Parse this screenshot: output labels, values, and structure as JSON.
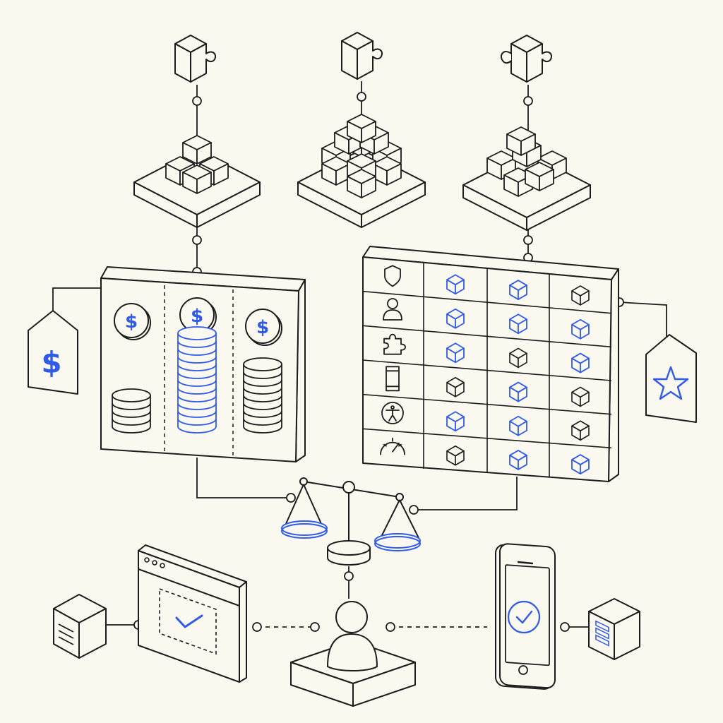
{
  "colors": {
    "background": "#fbf8f0",
    "stroke": "#1c1c1c",
    "accent": "#2f5be8",
    "paper": "#fbf8f0"
  },
  "price_tag": {
    "icon": "dollar-icon",
    "text": "$"
  },
  "quality_tag": {
    "icon": "star-icon"
  },
  "cost_panel": {
    "columns": [
      {
        "coin": "$",
        "stack_height": 4,
        "highlighted": false
      },
      {
        "coin": "$",
        "stack_height": 12,
        "highlighted": true
      },
      {
        "coin": "$",
        "stack_height": 8,
        "highlighted": false
      }
    ]
  },
  "feature_matrix": {
    "rows": [
      {
        "icon": "shield-icon",
        "cells": [
          "blue",
          "blue",
          "black"
        ]
      },
      {
        "icon": "user-icon",
        "cells": [
          "blue",
          "blue",
          "blue"
        ]
      },
      {
        "icon": "puzzle-icon",
        "cells": [
          "blue",
          "black",
          "blue"
        ]
      },
      {
        "icon": "mobile-icon",
        "cells": [
          "black",
          "blue",
          "black"
        ]
      },
      {
        "icon": "accessibility-icon",
        "cells": [
          "blue",
          "blue",
          "black"
        ]
      },
      {
        "icon": "gauge-icon",
        "cells": [
          "black",
          "blue",
          "blue"
        ]
      }
    ]
  },
  "platforms": [
    {
      "name": "platform-small",
      "puzzle": "puzzle-piece-icon"
    },
    {
      "name": "platform-medium",
      "puzzle": "puzzle-piece-icon"
    },
    {
      "name": "platform-large",
      "puzzle": "puzzle-piece-icon"
    }
  ],
  "outputs": {
    "browser": {
      "icon": "checkmark-icon"
    },
    "phone": {
      "icon": "checkmark-icon"
    },
    "center": {
      "icon": "person-icon"
    }
  }
}
